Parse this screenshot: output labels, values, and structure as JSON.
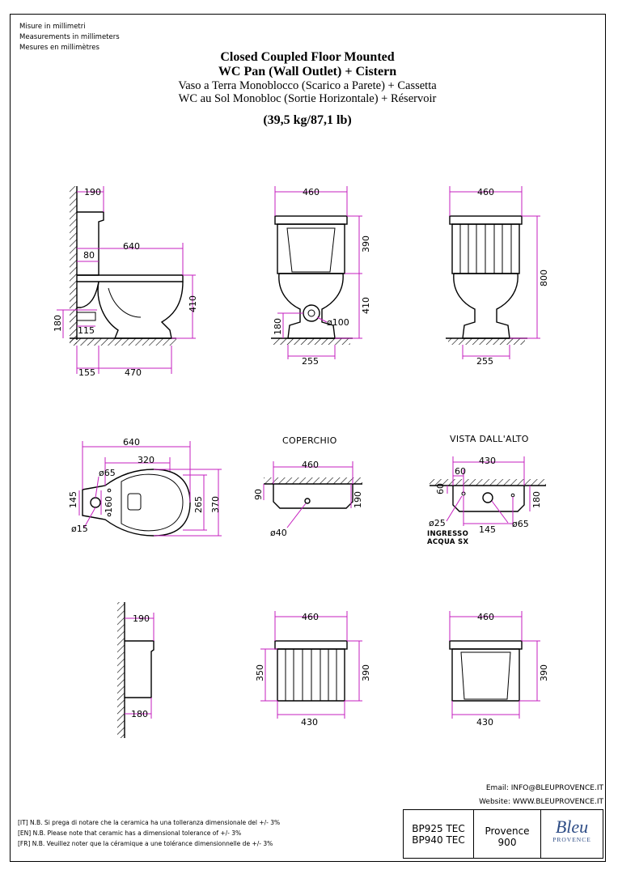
{
  "units": [
    "Misure in millimetri",
    "Measurements in millimeters",
    "Mesures en millimètres"
  ],
  "title": {
    "line1": "Closed Coupled Floor Mounted",
    "line2": "WC Pan (Wall Outlet) + Cistern",
    "line3": "Vaso a Terra Monoblocco (Scarico a Parete) + Cassetta",
    "line4": "WC au Sol Monobloc (Sortie Horizontale) + Réservoir",
    "weight": "(39,5 kg/87,1 lb)"
  },
  "views": {
    "coperchio": "COPERCHIO",
    "vista": "VISTA DALL'ALTO",
    "ingresso": [
      "INGRESSO",
      "ACQUA SX"
    ]
  },
  "dims": {
    "side": [
      "190",
      "640",
      "80",
      "410",
      "180",
      "115",
      "155",
      "470"
    ],
    "front": [
      "460",
      "390",
      "410",
      "180",
      "ø100",
      "255"
    ],
    "back": [
      "460",
      "800",
      "255"
    ],
    "top": [
      "640",
      "320",
      "ø65",
      "145",
      "160",
      "265",
      "370",
      "ø15"
    ],
    "lid": [
      "460",
      "90",
      "190",
      "ø40"
    ],
    "topview": [
      "430",
      "60",
      "60",
      "180",
      "ø25",
      "145",
      "ø65"
    ],
    "cistern_side": [
      "190",
      "180"
    ],
    "cistern_front": [
      "460",
      "350",
      "390",
      "430"
    ],
    "cistern_back": [
      "460",
      "390",
      "430"
    ]
  },
  "contact": {
    "email": "Email:  INFO@BLEUPROVENCE.IT",
    "website": "Website:  WWW.BLEUPROVENCE.IT"
  },
  "notes": [
    "[IT] N.B. Si prega di notare che la ceramica ha una tolleranza dimensionale del +/- 3%",
    "[EN] N.B. Please note that ceramic has a dimensional tolerance of +/- 3%",
    "[FR] N.B. Veuillez noter que la céramique a une tolérance dimensionnelle de +/- 3%"
  ],
  "product": {
    "codes": [
      "BP925  TEC",
      "BP940  TEC"
    ],
    "series": "Provence",
    "series_no": "900",
    "brand": "Bleu",
    "brand_sub": "PROVENCE"
  },
  "colors": {
    "dimension": "#c61fbf",
    "brand": "#2e4d86"
  }
}
